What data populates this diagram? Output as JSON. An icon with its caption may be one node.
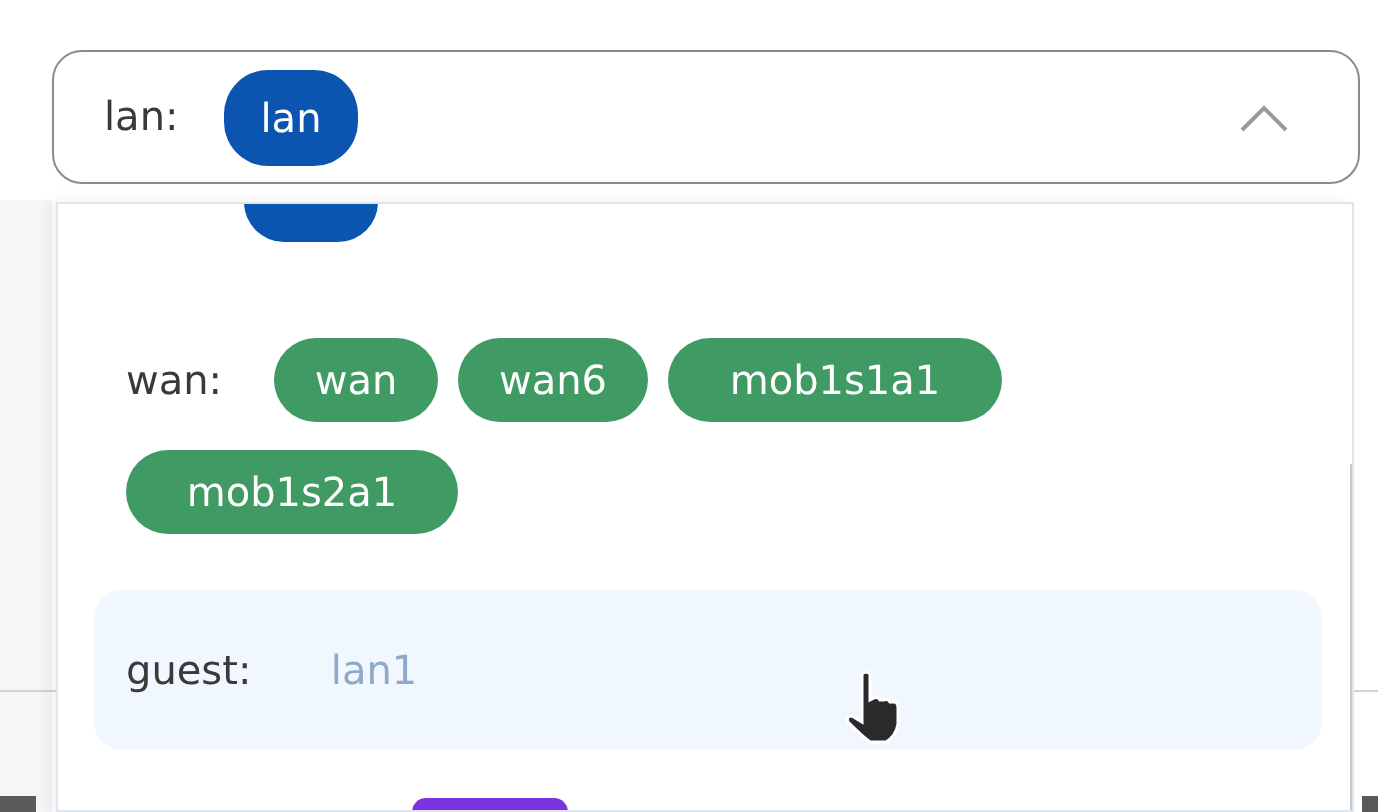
{
  "diagram": {
    "nodes": [
      {
        "text": [
          "lan:"
        ]
      },
      {
        "text": [
          "lan"
        ],
        "in": 0
      },
      {
        "text": [],
        "shape": "box"
      },
      {
        "text": [],
        "shape": "box",
        "in": 2
      },
      {
        "text": [
          "wan"
        ],
        "in": 2
      },
      {
        "text": [
          "wan6"
        ],
        "in": 2
      },
      {
        "text": [
          "mob1s1a1"
        ],
        "in": 2
      },
      {
        "text": [
          "mob1s2a1"
        ],
        "in": 2
      },
      {
        "text": [
          "guest:"
        ],
        "in": 2
      },
      {
        "text": [
          "lan1"
        ],
        "in": 8
      },
      {
        "text": [],
        "shape": "box",
        "in": 2
      }
    ],
    "labels": [
      "wan:"
    ]
  }
}
